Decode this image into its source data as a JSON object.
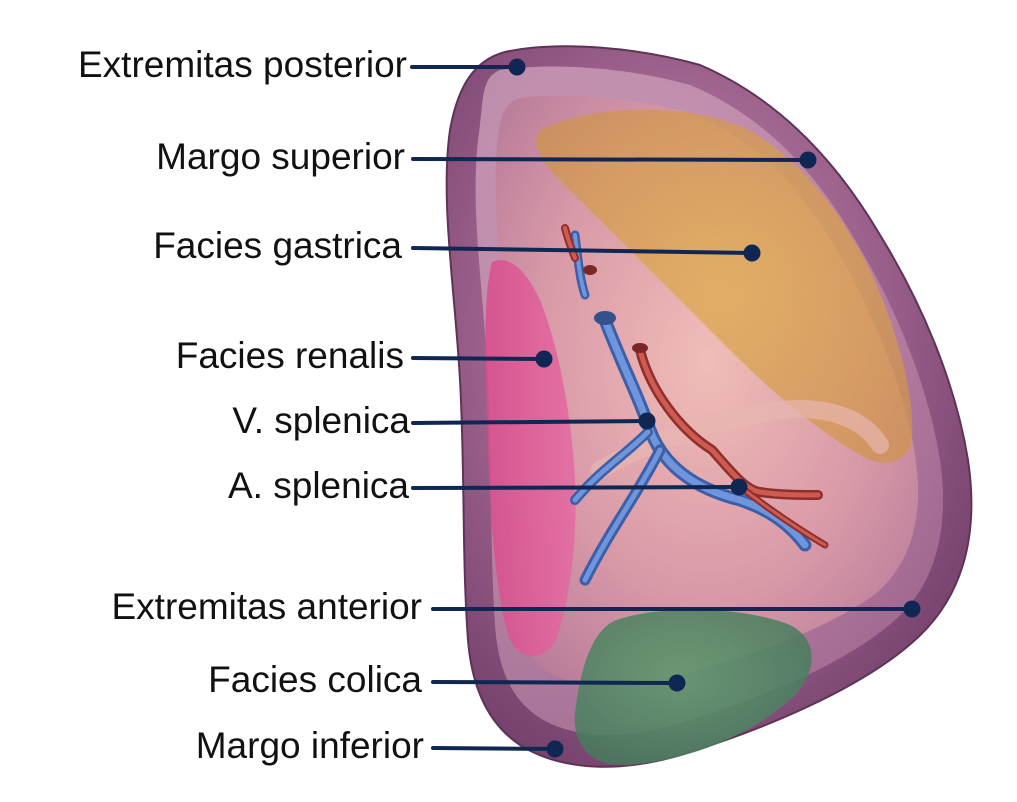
{
  "diagram": {
    "labels": [
      {
        "id": "extremitas-posterior",
        "text": "Extremitas posterior"
      },
      {
        "id": "margo-superior",
        "text": "Margo superior"
      },
      {
        "id": "facies-gastrica",
        "text": "Facies gastrica"
      },
      {
        "id": "facies-renalis",
        "text": "Facies renalis"
      },
      {
        "id": "v-splenica",
        "text": "V. splenica"
      },
      {
        "id": "a-splenica",
        "text": "A. splenica"
      },
      {
        "id": "extremitas-anterior",
        "text": "Extremitas anterior"
      },
      {
        "id": "facies-colica",
        "text": "Facies colica"
      },
      {
        "id": "margo-inferior",
        "text": "Margo inferior"
      }
    ],
    "colors": {
      "leader_line": "#0f2752",
      "spleen_body": "#8a4f7d",
      "spleen_highlight": "#d9a6c2",
      "gastric_area": "#d9a34a",
      "renal_area": "#d63f8a",
      "colic_area": "#4f8a62",
      "vein": "#4f78c8",
      "artery": "#b4423d"
    }
  }
}
